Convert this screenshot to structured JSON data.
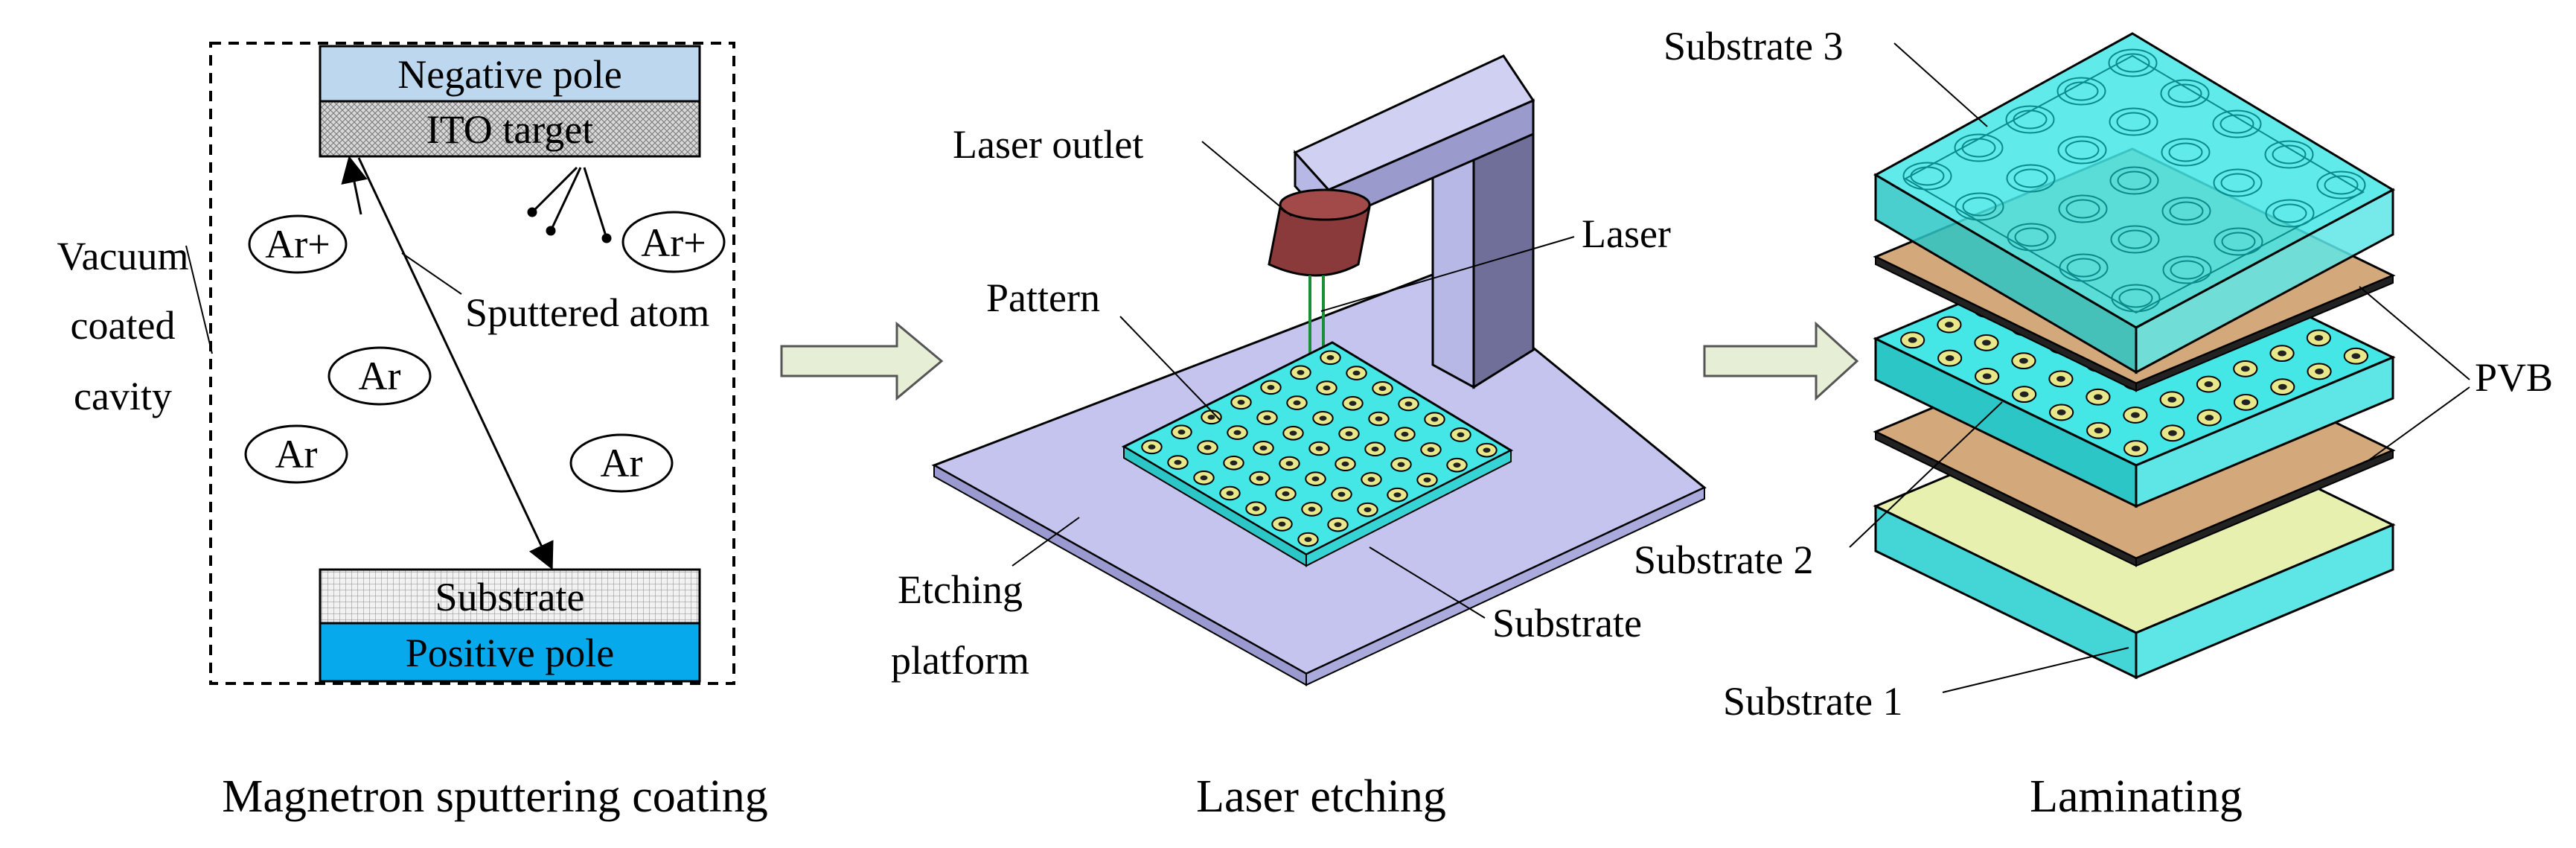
{
  "panels": {
    "sputtering": {
      "caption": "Magnetron sputtering coating",
      "negative_pole": "Negative pole",
      "ito_target": "ITO target",
      "substrate": "Substrate",
      "positive_pole": "Positive pole",
      "sputtered_atom": "Sputtered atom",
      "vacuum_line1": "Vacuum",
      "vacuum_line2": "coated",
      "vacuum_line3": "cavity",
      "ar_plus_1": "Ar+",
      "ar_plus_2": "Ar+",
      "ar_1": "Ar",
      "ar_2": "Ar",
      "ar_3": "Ar"
    },
    "etching": {
      "caption": "Laser etching",
      "laser_outlet": "Laser outlet",
      "laser": "Laser",
      "pattern": "Pattern",
      "substrate": "Substrate",
      "platform_line1": "Etching",
      "platform_line2": "platform"
    },
    "laminating": {
      "caption": "Laminating",
      "substrate_3": "Substrate 3",
      "substrate_2": "Substrate 2",
      "substrate_1": "Substrate 1",
      "pvb": "PVB"
    }
  },
  "colors": {
    "negative_pole": "#bcd7ee",
    "positive_pole": "#05a9ec",
    "platform": "#c4c4ee",
    "arm": "#b8b8e6",
    "laser_head": "#8a3a3a",
    "substrate_cyan": "#44e6e6",
    "pvb": "#d3a87a",
    "bottom_layer": "#e8f0b0",
    "arrow_fill": "#e6eed6"
  }
}
